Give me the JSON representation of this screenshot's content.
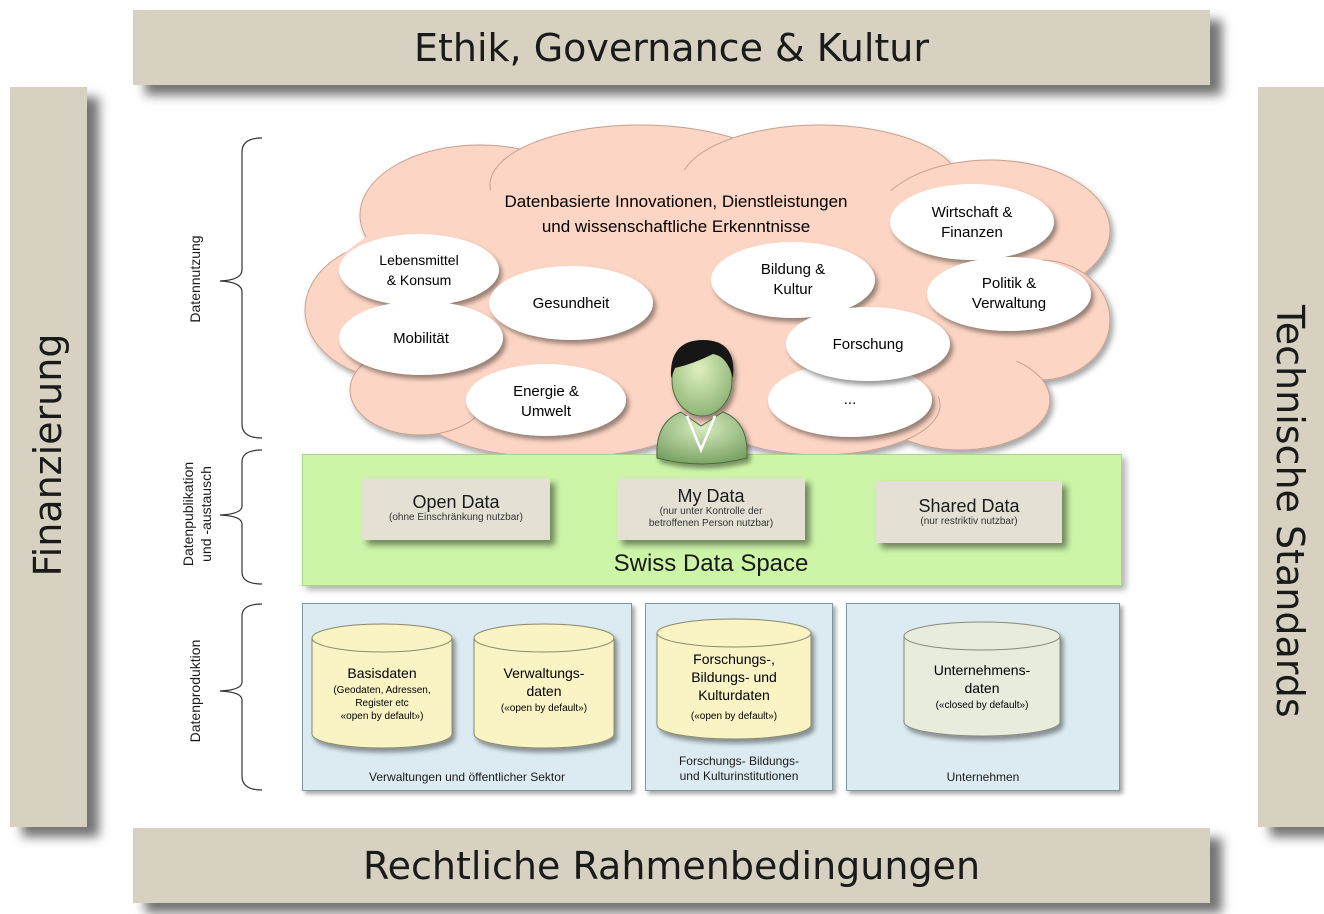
{
  "frame": {
    "top": "Ethik, Governance & Kultur",
    "bottom": "Rechtliche Rahmenbedingungen",
    "left": "Finanzierung",
    "right": "Technische Standards"
  },
  "layers": {
    "usage": "Datennutzung",
    "publication_line1": "Datenpublikation",
    "publication_line2": "und -austausch",
    "production": "Datenproduktion"
  },
  "cloud": {
    "title_line1": "Datenbasierte Innovationen, Dienstleistungen",
    "title_line2": "und wissenschaftliche Erkenntnisse",
    "bubbles": [
      {
        "line1": "Lebensmittel",
        "line2": "& Konsum"
      },
      {
        "line1": "Gesundheit",
        "line2": ""
      },
      {
        "line1": "Mobilität",
        "line2": ""
      },
      {
        "line1": "Energie &",
        "line2": "Umwelt"
      },
      {
        "line1": "Bildung &",
        "line2": "Kultur"
      },
      {
        "line1": "Wirtschaft &",
        "line2": "Finanzen"
      },
      {
        "line1": "Politik &",
        "line2": "Verwaltung"
      },
      {
        "line1": "Forschung",
        "line2": ""
      },
      {
        "line1": "...",
        "line2": ""
      }
    ]
  },
  "space": {
    "title": "Swiss Data Space",
    "open": {
      "title": "Open Data",
      "sub1": "(ohne Einschränkung nutzbar)"
    },
    "my": {
      "title": "My Data",
      "sub1": "(nur unter Kontrolle der",
      "sub2": "betroffenen Person nutzbar)"
    },
    "shared": {
      "title": "Shared Data",
      "sub1": "(nur restriktiv nutzbar)"
    }
  },
  "production": {
    "groups": [
      {
        "label": "Verwaltungen und öffentlicher Sektor"
      },
      {
        "label_line1": "Forschungs- Bildungs-",
        "label_line2": "und Kulturinstitutionen"
      },
      {
        "label": "Unternehmen"
      }
    ],
    "databases": [
      {
        "lines": [
          "Basisdaten"
        ],
        "sub": [
          "(Geodaten, Adressen,",
          "Register etc",
          "«open by default»)"
        ]
      },
      {
        "lines": [
          "Verwaltungs-",
          "daten"
        ],
        "sub": [
          "(«open by default»)"
        ]
      },
      {
        "lines": [
          "Forschungs-,",
          "Bildungs- und",
          "Kulturdaten"
        ],
        "sub": [
          "(«open by default»)"
        ]
      },
      {
        "lines": [
          "Unternehmens-",
          "daten"
        ],
        "sub": [
          "(«closed by default»)"
        ]
      }
    ]
  },
  "colors": {
    "frame": "#d6d1c0",
    "cloud": "#fcd5c4",
    "space": "#ccf5a8",
    "production": "#dcebf2",
    "open_db": "#faf3c4",
    "closed_db": "#e7ecdc"
  }
}
